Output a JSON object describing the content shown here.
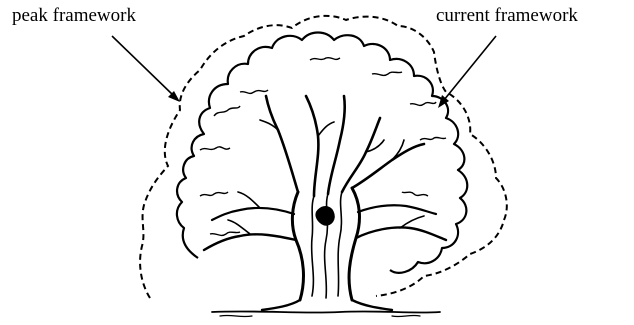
{
  "labels": {
    "peak": "peak framework",
    "current": "current framework"
  },
  "colors": {
    "ink": "#000000",
    "background": "#ffffff"
  },
  "icons": {
    "tree": "tree-illustration-icon",
    "peak_outline": "dashed-peak-outline",
    "current_outline": "crown-current-outline"
  }
}
